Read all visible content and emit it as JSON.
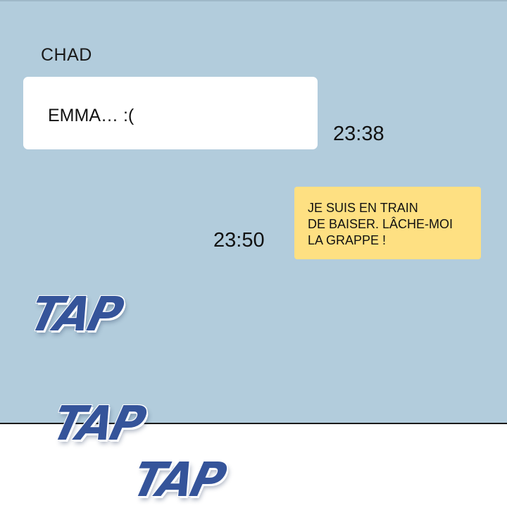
{
  "conversation": {
    "contact_name": "CHAD",
    "messages": [
      {
        "direction": "incoming",
        "text": "EMMA… :(",
        "time": "23:38"
      },
      {
        "direction": "outgoing",
        "text": "JE SUIS EN TRAIN\nDE BAISER. LÂCHE-MOI\nLA GRAPPE !",
        "time": "23:50"
      }
    ]
  },
  "sound_effects": [
    "TAP",
    "TAP",
    "TAP"
  ],
  "colors": {
    "chat_background": "#b2ccdc",
    "incoming_bubble": "#ffffff",
    "outgoing_bubble": "#fee082",
    "sfx_text": "#35549a"
  }
}
